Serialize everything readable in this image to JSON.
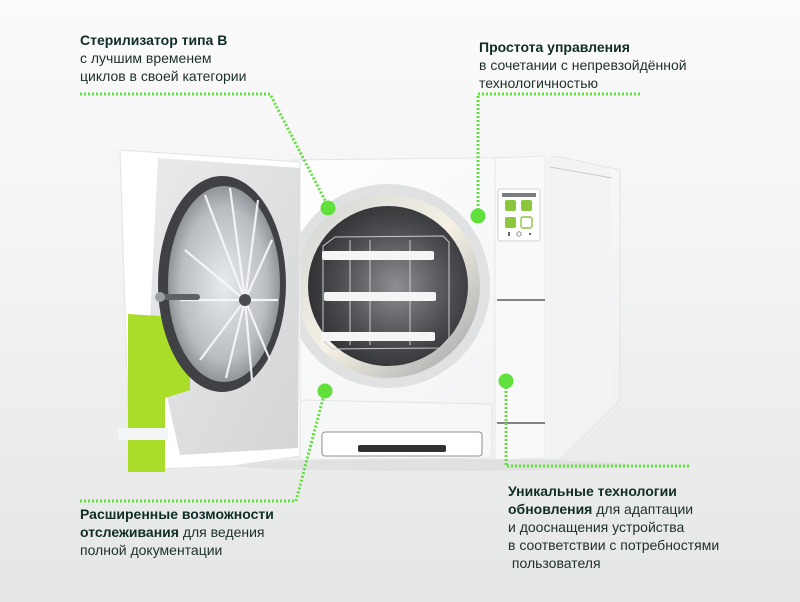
{
  "colors": {
    "accent": "#5fe03a",
    "text_dark": "#0f2c27",
    "text": "#1d2f2b",
    "device_green": "#a9dd2a",
    "background_top": "#fbfbfb",
    "background_bottom": "#e5e7e6"
  },
  "callouts": {
    "top_left": {
      "title": "Стерилизатор типа B",
      "lines": [
        "с лучшим временем",
        "циклов в своей категории"
      ]
    },
    "top_right": {
      "title": "Простота управления",
      "lines": [
        "в сочетании с непревзойдённой",
        "технологичностью"
      ]
    },
    "bottom_left": {
      "title": "Расширенные возможности",
      "title2": "отслеживания",
      "title2_rest": " для ведения",
      "lines": [
        "полной документации"
      ]
    },
    "bottom_right": {
      "title": "Уникальные технологии",
      "title2": "обновления",
      "title2_rest": " для адаптации",
      "lines": [
        "и дооснащения устройства",
        "в соответствии с потребностями",
        " пользователя"
      ]
    }
  },
  "device": {
    "name": "sterilizer-autoclave",
    "screen_tiles": [
      "tile-1",
      "tile-2",
      "tile-3",
      "tile-4"
    ]
  }
}
